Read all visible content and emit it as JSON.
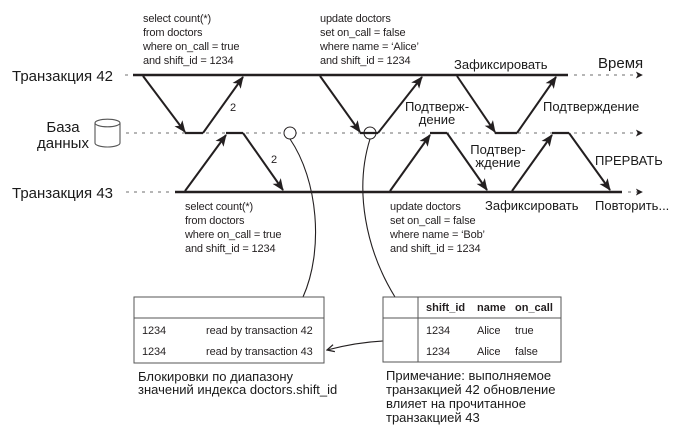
{
  "lanes": {
    "t42": "Транзакция 42",
    "db_line1": "База",
    "db_line2": "данных",
    "t43": "Транзакция 43"
  },
  "time_axis_label": "Время",
  "t42": {
    "select": [
      "select count(*)",
      "from doctors",
      "where on_call = true",
      "and shift_id = 1234"
    ],
    "update": [
      "update doctors",
      "set on_call = false",
      "where name = ‘Alice’",
      "and shift_id = 1234"
    ],
    "commit_label": "Зафиксировать"
  },
  "t43": {
    "select": [
      "select count(*)",
      "from doctors",
      "where on_call = true",
      "and shift_id = 1234"
    ],
    "update": [
      "update doctors",
      "set on_call = false",
      "where name = ‘Bob’",
      "and shift_id = 1234"
    ],
    "commit_label": "Зафиксировать",
    "retry_label": "Повторить..."
  },
  "messages": {
    "step_label": "2",
    "ack_t42_update": [
      "Подтверж-",
      "дение"
    ],
    "ack_t42_commit": "Подтверждение",
    "ack_t43_update": [
      "Подтвер-",
      "ждение"
    ],
    "abort_t43": "ПРЕРВАТЬ"
  },
  "range_lock_table": {
    "headers": [
      "",
      ""
    ],
    "rows": [
      [
        "1234",
        "read by transaction 42"
      ],
      [
        "1234",
        "read by transaction 43"
      ]
    ],
    "caption": [
      "Блокировки по диапазону",
      "значений индекса doctors.shift_id"
    ]
  },
  "doctors_table": {
    "headers": [
      "",
      "shift_id",
      "name",
      "on_call"
    ],
    "rows": [
      [
        "",
        "1234",
        "Alice",
        "true"
      ],
      [
        "",
        "1234",
        "Alice",
        "false"
      ]
    ],
    "caption": [
      "Примечание: выполняемое",
      "транзакцией 42 обновление",
      "влияет на прочитанное",
      "транзакцией 43"
    ]
  },
  "icons": {
    "database": "database-cylinder-icon",
    "conflict_marker": "circle-marker-icon"
  },
  "colors": {
    "ink": "#231f20",
    "dashed_line": "#8a8a8a",
    "table_border": "#555555"
  }
}
